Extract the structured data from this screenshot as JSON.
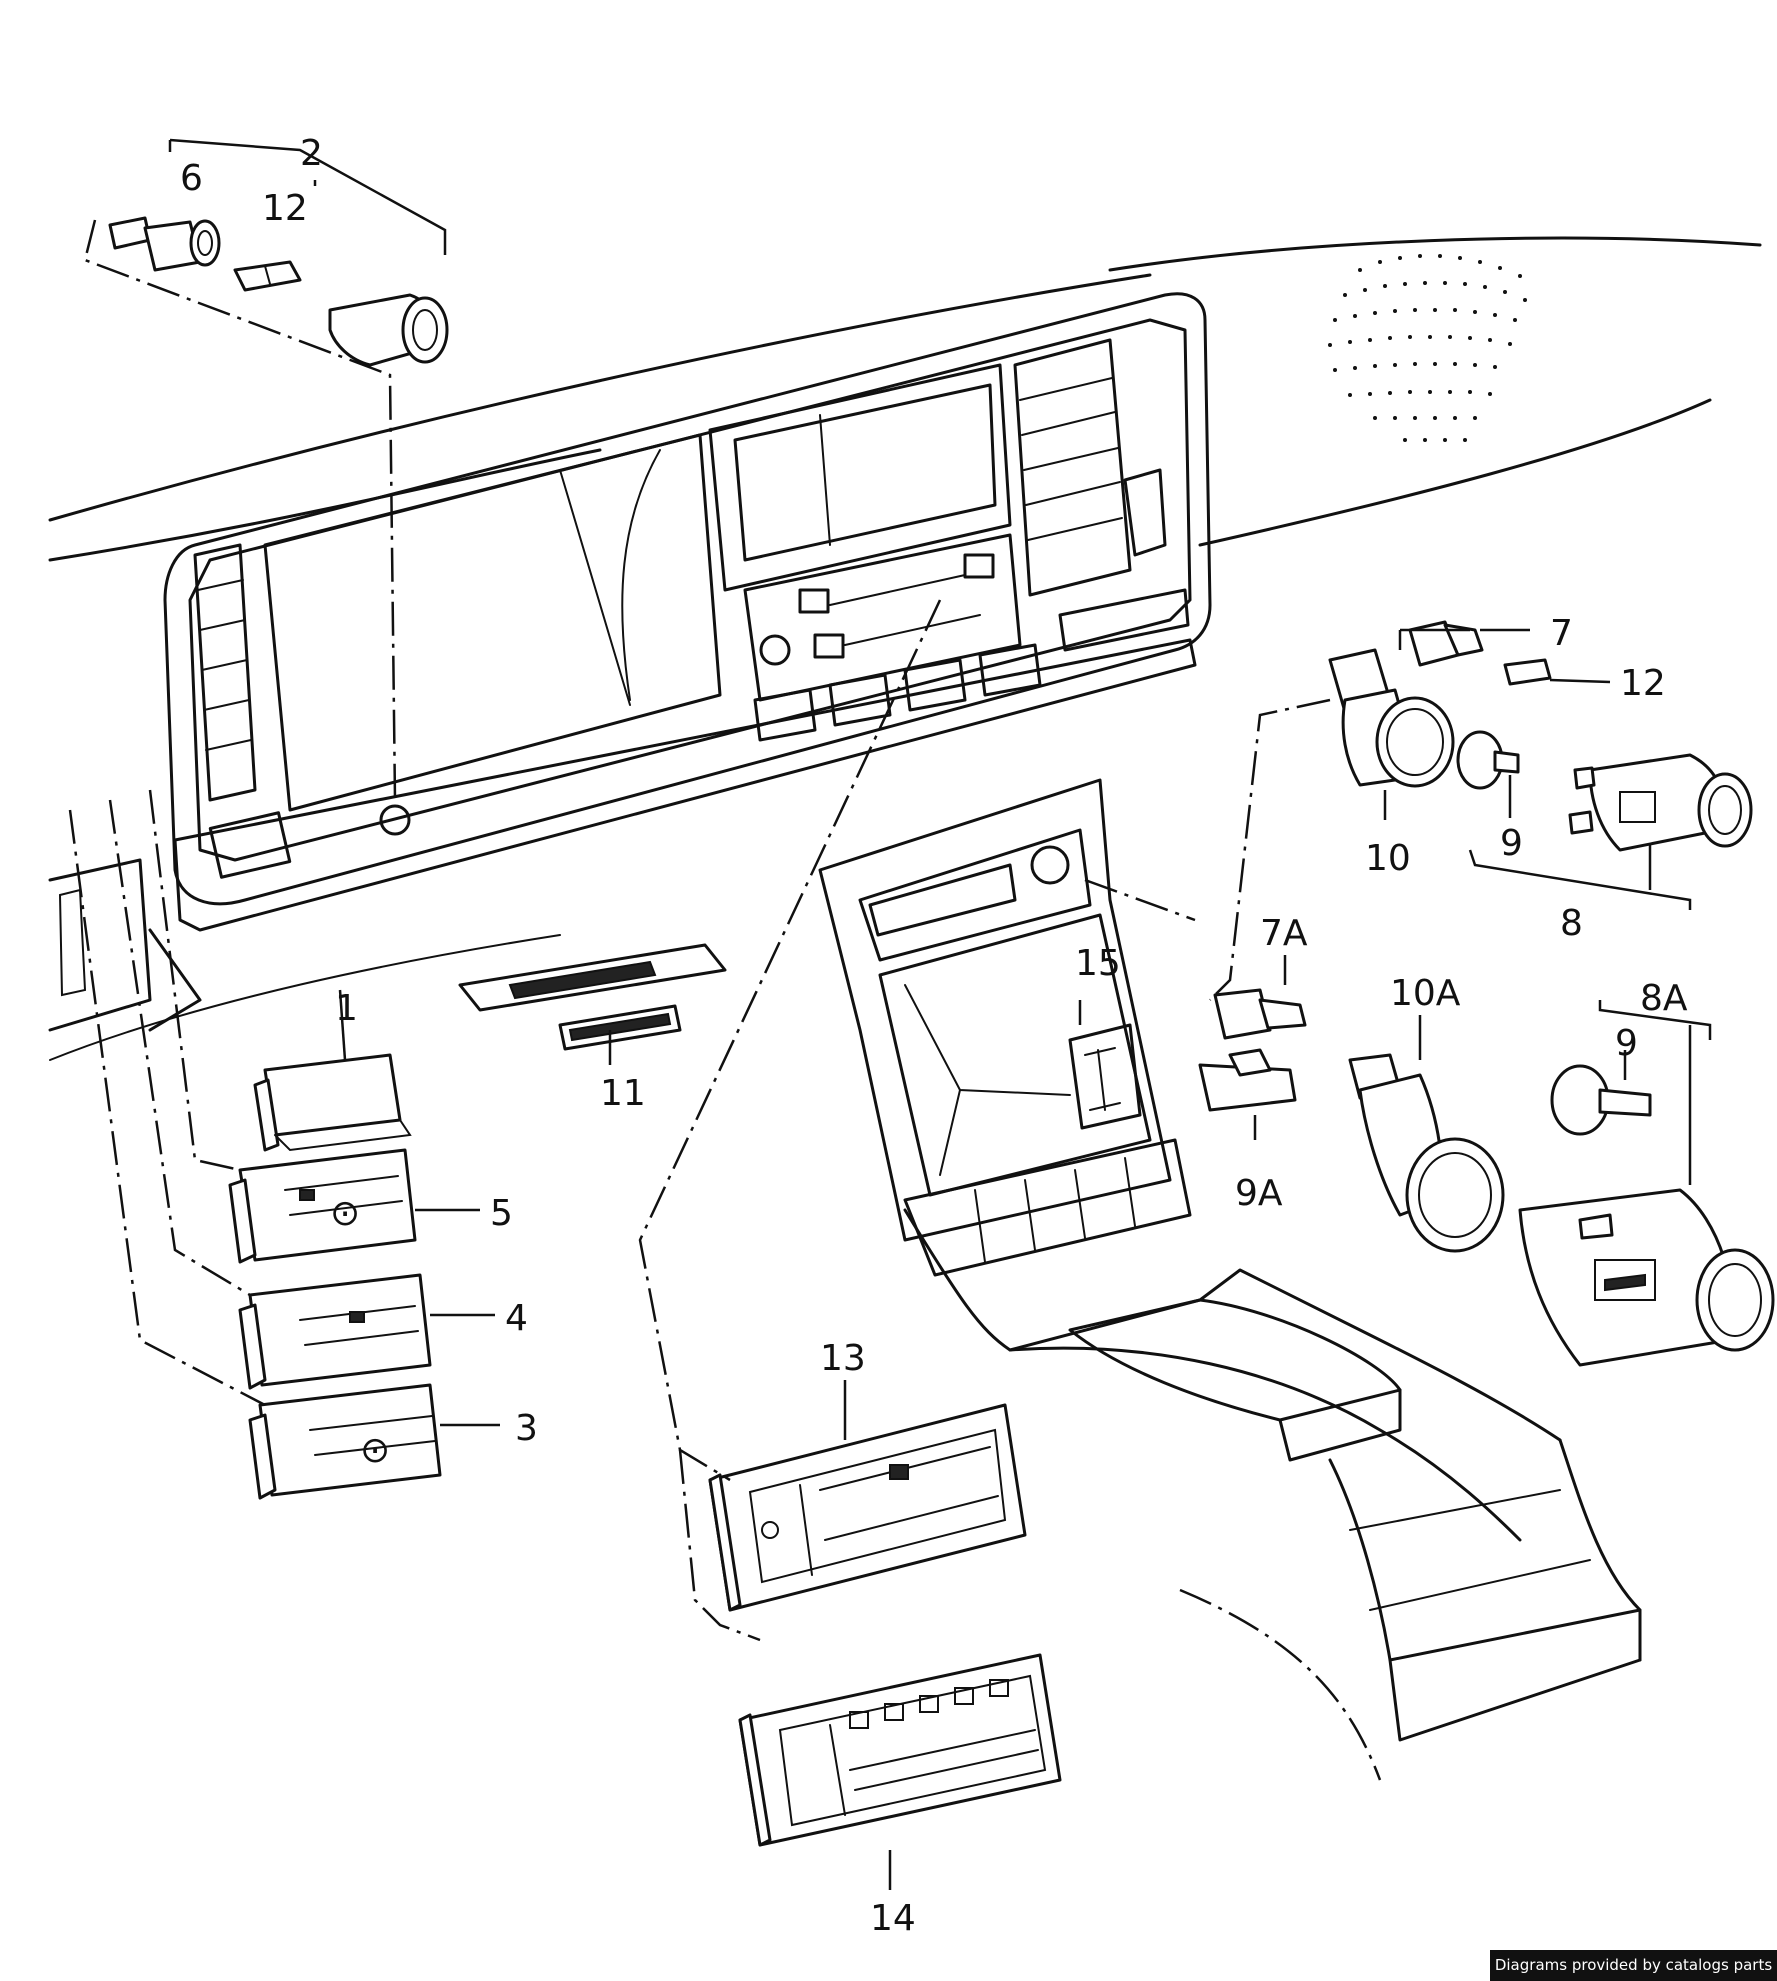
{
  "diagram": {
    "callouts": {
      "c1": "1",
      "c2": "2",
      "c3": "3",
      "c4": "4",
      "c5": "5",
      "c6": "6",
      "c7": "7",
      "c7a": "7A",
      "c8": "8",
      "c8a": "8A",
      "c9_top": "9",
      "c9_bottom": "9",
      "c9a": "9A",
      "c10": "10",
      "c10a": "10A",
      "c11": "11",
      "c12_top": "12",
      "c12_right": "12",
      "c13": "13",
      "c14": "14",
      "c15": "15"
    },
    "credit": "Diagrams provided by catalogs parts"
  }
}
